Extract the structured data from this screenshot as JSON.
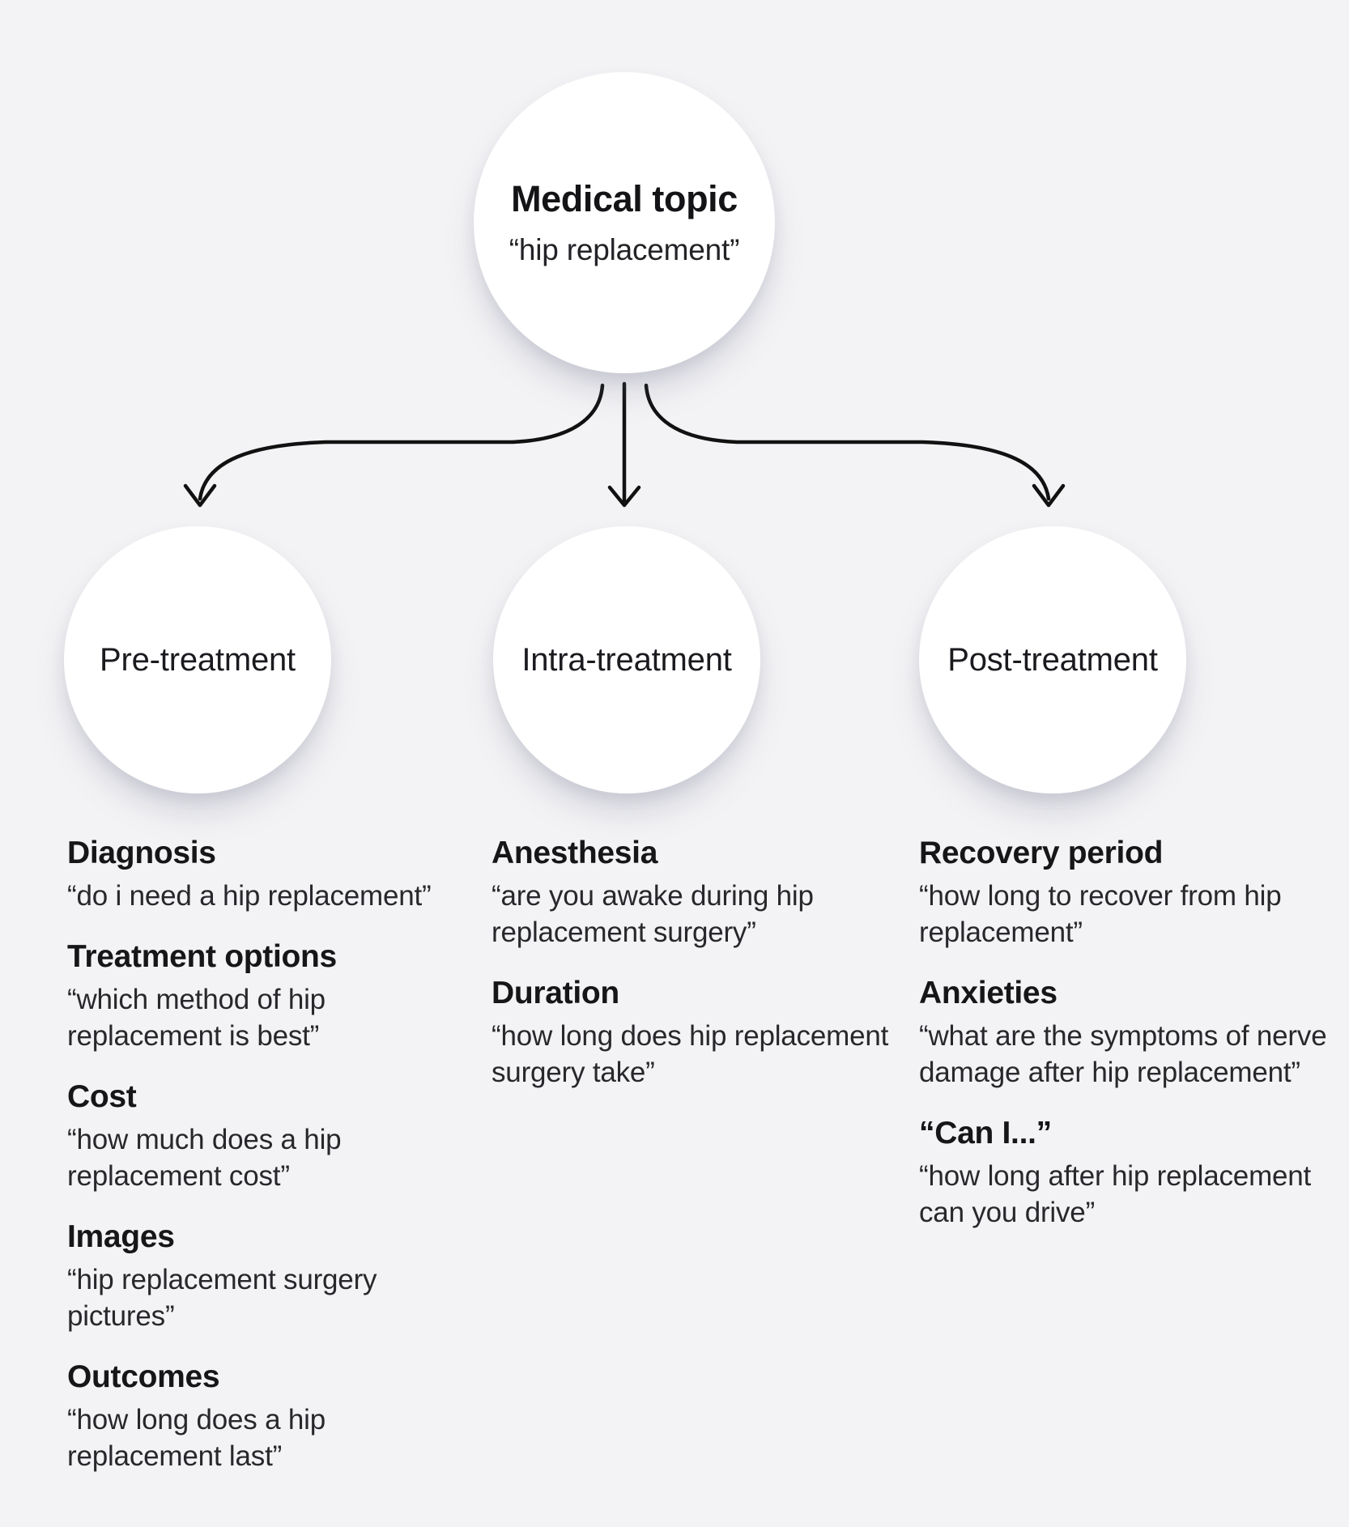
{
  "diagram": {
    "background_color": "#f3f3f5",
    "node_color": "#ffffff",
    "line_color": "#111111",
    "root": {
      "title": "Medical topic",
      "subtitle": "“hip replacement”"
    },
    "branches": [
      {
        "label": "Pre-treatment",
        "items": [
          {
            "heading": "Diagnosis",
            "quote": "“do i need a hip replacement”"
          },
          {
            "heading": "Treatment options",
            "quote": "“which method of hip\nreplacement is best”"
          },
          {
            "heading": "Cost",
            "quote": "“how much does a hip\nreplacement cost”"
          },
          {
            "heading": "Images",
            "quote": "“hip replacement surgery\npictures”"
          },
          {
            "heading": "Outcomes",
            "quote": "“how long does a hip\nreplacement last”"
          }
        ]
      },
      {
        "label": "Intra-treatment",
        "items": [
          {
            "heading": "Anesthesia",
            "quote": "“are you awake during hip\nreplacement surgery”"
          },
          {
            "heading": "Duration",
            "quote": "“how long does hip replacement\nsurgery take”"
          }
        ]
      },
      {
        "label": "Post-treatment",
        "items": [
          {
            "heading": "Recovery period",
            "quote": "“how long to recover from hip\nreplacement”"
          },
          {
            "heading": "Anxieties",
            "quote": "“what are the symptoms of nerve\ndamage after hip replacement”"
          },
          {
            "heading": "“Can I...”",
            "quote": "“how long after hip replacement\ncan you drive”"
          }
        ]
      }
    ]
  }
}
